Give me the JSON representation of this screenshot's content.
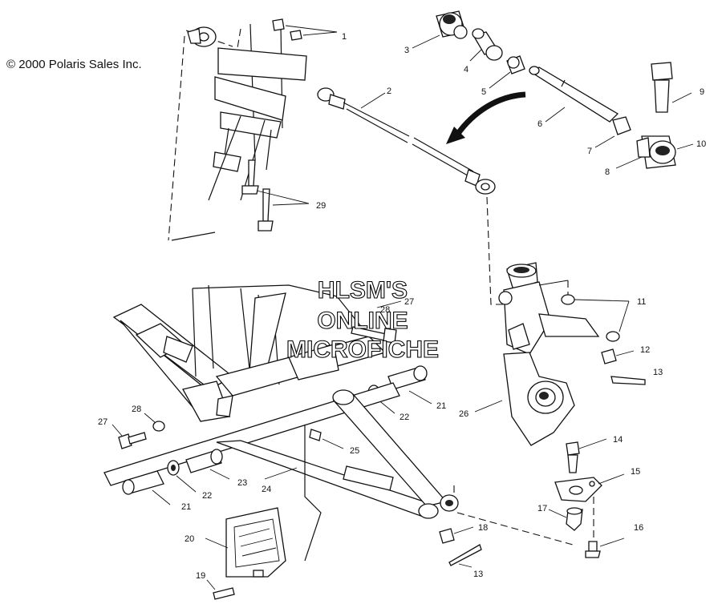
{
  "copyright": "© 2000 Polaris Sales Inc.",
  "watermark": {
    "line1": "HLSM'S",
    "line2": "ONLINE",
    "line3": "MICROFICHE"
  },
  "callouts": [
    {
      "id": "c1",
      "text": "1"
    },
    {
      "id": "c2",
      "text": "2"
    },
    {
      "id": "c3",
      "text": "3"
    },
    {
      "id": "c4",
      "text": "4"
    },
    {
      "id": "c5",
      "text": "5"
    },
    {
      "id": "c6",
      "text": "6"
    },
    {
      "id": "c7",
      "text": "7"
    },
    {
      "id": "c8",
      "text": "8"
    },
    {
      "id": "c9",
      "text": "9"
    },
    {
      "id": "c10",
      "text": "10"
    },
    {
      "id": "c11",
      "text": "11"
    },
    {
      "id": "c12",
      "text": "12"
    },
    {
      "id": "c13a",
      "text": "13"
    },
    {
      "id": "c13b",
      "text": "13"
    },
    {
      "id": "c14",
      "text": "14"
    },
    {
      "id": "c15",
      "text": "15"
    },
    {
      "id": "c16",
      "text": "16"
    },
    {
      "id": "c17",
      "text": "17"
    },
    {
      "id": "c18",
      "text": "18"
    },
    {
      "id": "c19",
      "text": "19"
    },
    {
      "id": "c20",
      "text": "20"
    },
    {
      "id": "c21a",
      "text": "21"
    },
    {
      "id": "c21b",
      "text": "21"
    },
    {
      "id": "c22a",
      "text": "22"
    },
    {
      "id": "c22b",
      "text": "22"
    },
    {
      "id": "c23",
      "text": "23"
    },
    {
      "id": "c24",
      "text": "24"
    },
    {
      "id": "c25",
      "text": "25"
    },
    {
      "id": "c26",
      "text": "26"
    },
    {
      "id": "c27a",
      "text": "27"
    },
    {
      "id": "c27b",
      "text": "27"
    },
    {
      "id": "c28a",
      "text": "28"
    },
    {
      "id": "c28b",
      "text": "28"
    },
    {
      "id": "c29",
      "text": "29"
    }
  ]
}
